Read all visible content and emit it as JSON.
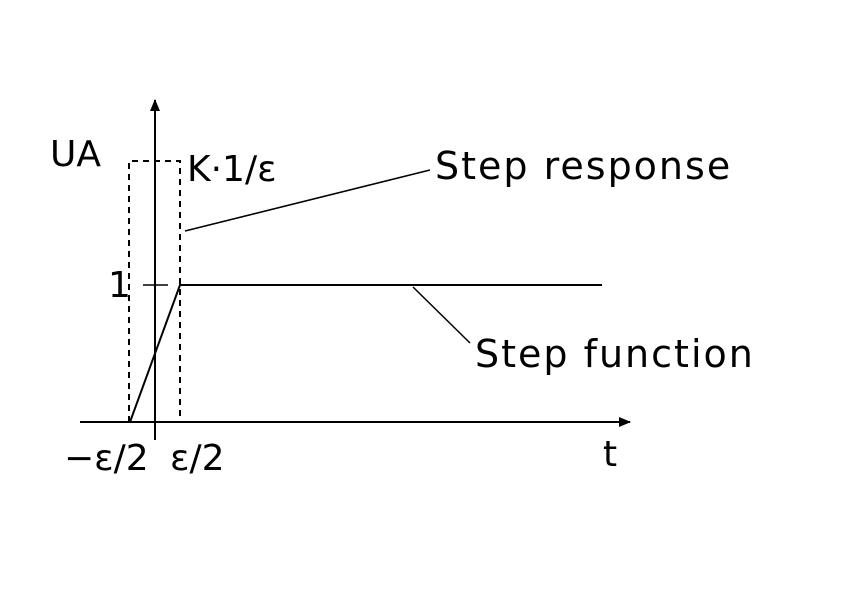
{
  "diagram": {
    "y_axis_label": "UA",
    "x_axis_label": "t",
    "impulse_height_label": "K·1/ε",
    "level_one_label": "1",
    "tick_left_label": "−ε/2",
    "tick_right_label": "ε/2",
    "callout_step_response": "Step response",
    "callout_step_function": "Step function",
    "colors": {
      "ink": "#000000",
      "background": "#ffffff"
    }
  }
}
